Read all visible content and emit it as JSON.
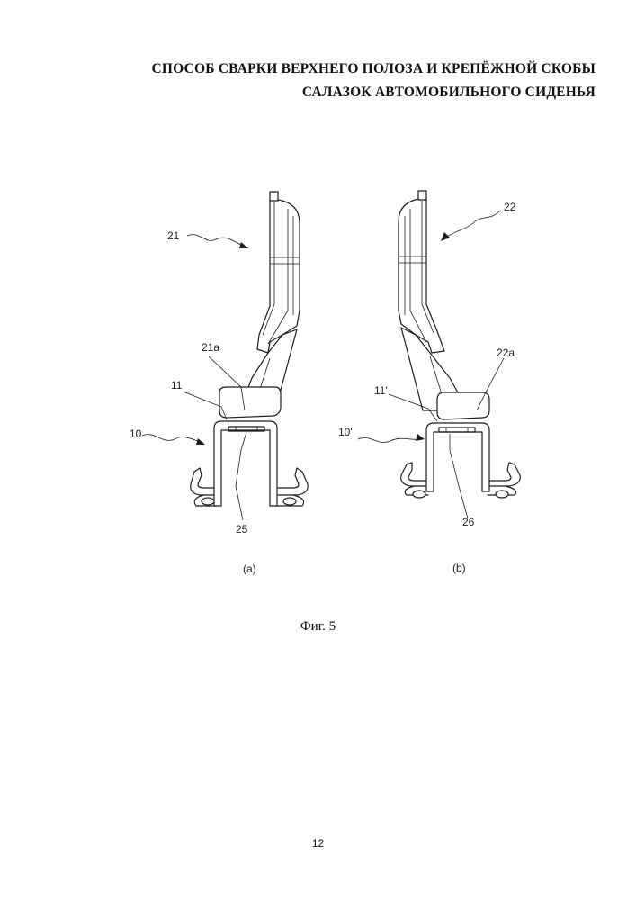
{
  "title": {
    "line1": "СПОСОБ СВАРКИ ВЕРХНЕГО ПОЛОЗА И КРЕПЁЖНОЙ СКОБЫ",
    "line2": "САЛАЗОК АВТОМОБИЛЬНОГО СИДЕНЬЯ"
  },
  "figure": {
    "caption": "Фиг. 5",
    "left": {
      "sublabel": "(a)",
      "labels": {
        "rail": "21",
        "rail_end": "21a",
        "bracket_top": "11",
        "bracket": "10",
        "weld": "25"
      }
    },
    "right": {
      "sublabel": "(b)",
      "labels": {
        "rail": "22",
        "rail_end": "22a",
        "bracket_top": "11'",
        "bracket": "10'",
        "weld": "26"
      }
    }
  },
  "page_number": "12"
}
